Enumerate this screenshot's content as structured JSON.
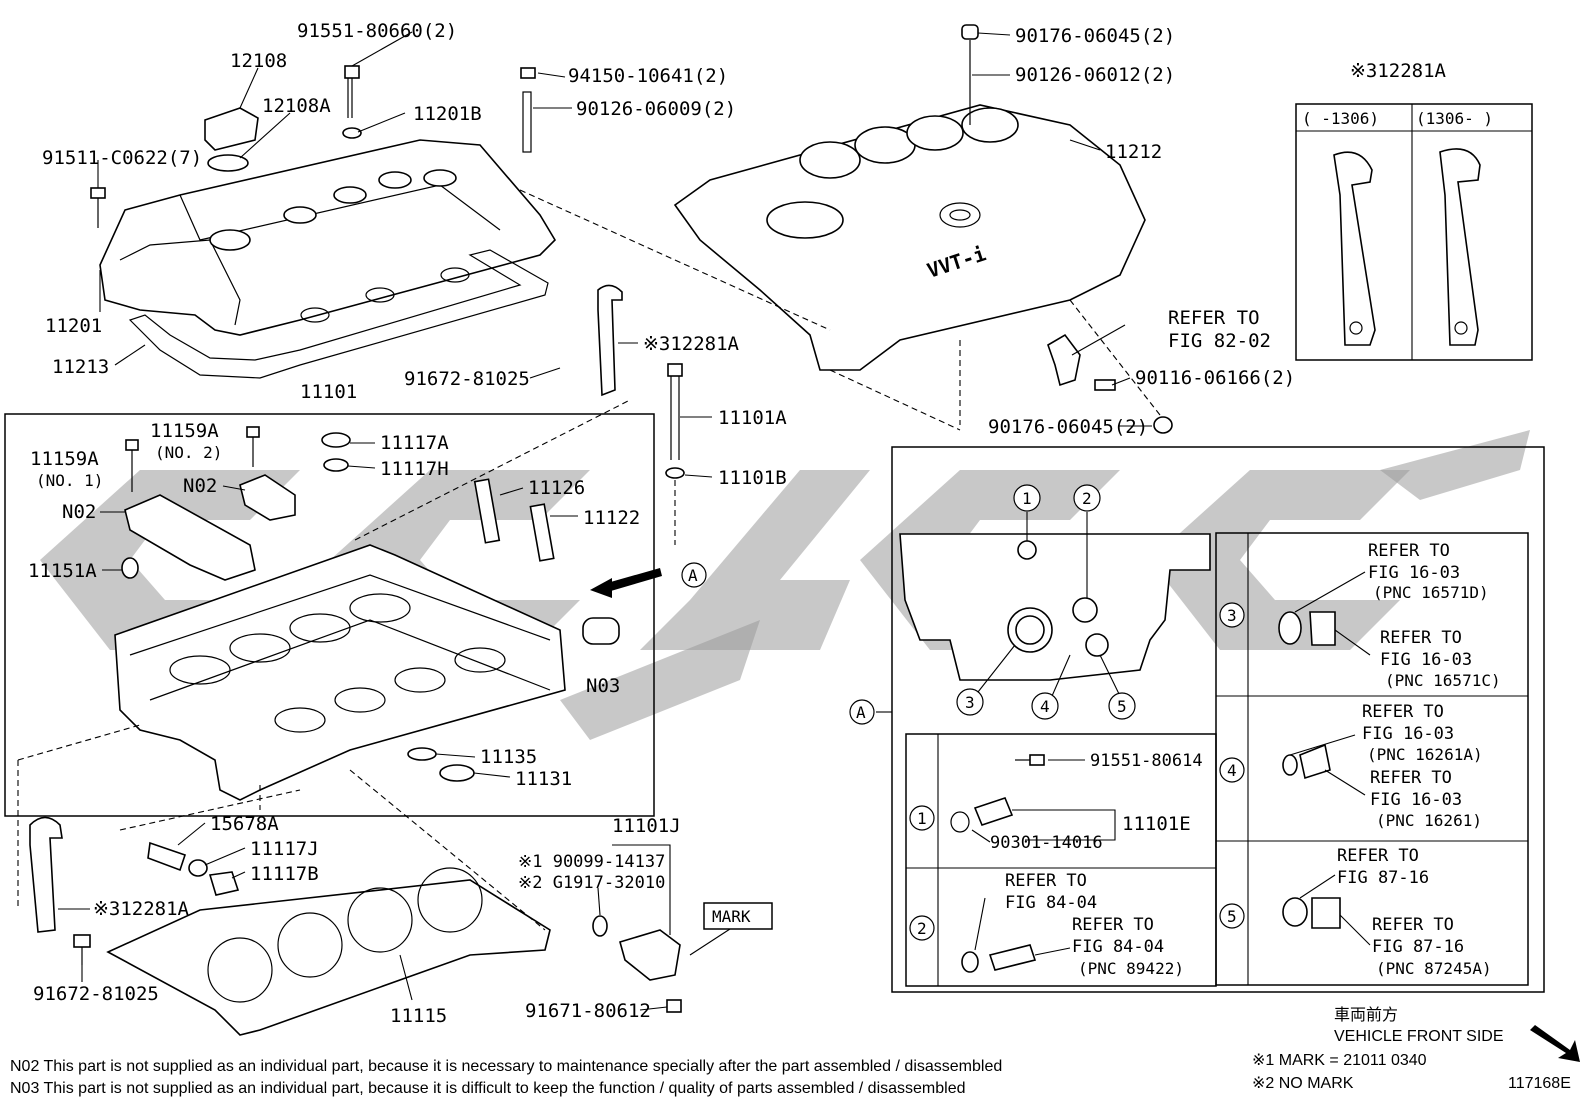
{
  "parts": {
    "p12108": "12108",
    "p12108A": "12108A",
    "p91551_80660": "91551-80660(2)",
    "p11201B": "11201B",
    "p91511_C0622": "91511-C0622(7)",
    "p11201": "11201",
    "p11213": "11213",
    "p94150": "94150-10641(2)",
    "p90126_06009": "90126-06009(2)",
    "p90176_top": "90176-06045(2)",
    "p90126_06012": "90126-06012(2)",
    "p11212": "11212",
    "p12281A_top": "※312281A",
    "p12281A_mid": "※312281A",
    "p12281A_low": "※312281A",
    "p91672_top": "91672-81025",
    "p91672_low": "91672-81025",
    "p11101": "11101",
    "p11101A": "11101A",
    "p11101B": "11101B",
    "p11159A_1": "11159A",
    "p11159A_1_sub": "(NO. 1)",
    "p11159A_2": "11159A",
    "p11159A_2_sub": "(NO. 2)",
    "p11117A": "11117A",
    "p11117H": "11117H",
    "pN02_a": "N02",
    "pN02_b": "N02",
    "p11126": "11126",
    "p11122": "11122",
    "p11151A": "11151A",
    "pN03": "N03",
    "p11135": "11135",
    "p11131": "11131",
    "p15678A": "15678A",
    "p11117J": "11117J",
    "p11117B": "11117B",
    "p11115": "11115",
    "p11101J": "11101J",
    "p90099": "※1 90099-14137",
    "pG1917": "※2 G1917-32010",
    "pMARK": "MARK",
    "p91671": "91671-80612",
    "p90116": "90116-06166(2)",
    "p90176_low": "90176-06045(2)",
    "refer_82_a": "REFER TO",
    "refer_82_b": "FIG 82-02",
    "p91551_80614": "91551-80614",
    "p90301": "90301-14016",
    "p11101E": "11101E",
    "vvti": "VVT-i"
  },
  "view_a": {
    "marker": "A",
    "callouts": [
      "1",
      "2",
      "3",
      "4",
      "5"
    ]
  },
  "detail_2": {
    "ref1_a": "REFER TO",
    "ref1_b": "FIG 84-04",
    "ref2_a": "REFER TO",
    "ref2_b": "FIG 84-04",
    "ref2_c": "(PNC 89422)"
  },
  "detail_3": {
    "ref1_a": "REFER TO",
    "ref1_b": "FIG 16-03",
    "ref1_c": "(PNC 16571D)",
    "ref2_a": "REFER TO",
    "ref2_b": "FIG 16-03",
    "ref2_c": "(PNC 16571C)"
  },
  "detail_4": {
    "ref1_a": "REFER TO",
    "ref1_b": "FIG 16-03",
    "ref1_c": "(PNC 16261A)",
    "ref2_a": "REFER TO",
    "ref2_b": "FIG 16-03",
    "ref2_c": "(PNC 16261)"
  },
  "detail_5": {
    "ref1_a": "REFER TO",
    "ref1_b": "FIG 87-16",
    "ref2_a": "REFER TO",
    "ref2_b": "FIG 87-16",
    "ref2_c": "(PNC 87245A)"
  },
  "inset": {
    "title": "※312281A",
    "col1": "(     -1306)",
    "col2": "(1306-     )"
  },
  "front": {
    "jp": "車両前方",
    "en": "VEHICLE FRONT SIDE"
  },
  "marks": {
    "m1": "※1 MARK = 21011 0340",
    "m2": "※2 NO MARK"
  },
  "notes": {
    "n02": "N02  This part is not supplied as an individual part, because it is necessary to maintenance specially after the part assembled / disassembled",
    "n03": "N03  This part is not supplied as an individual part, because it is difficult to keep the function / quality of parts  assembled / disassembled"
  },
  "figure_id": "117168E"
}
